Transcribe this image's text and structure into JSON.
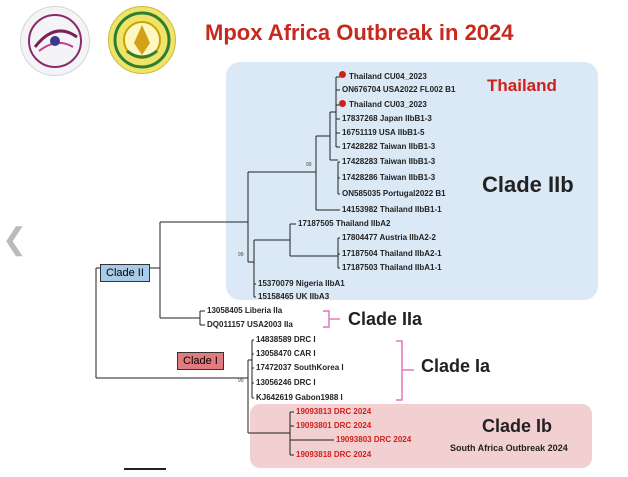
{
  "header": {
    "title": "Mpox Africa Outbreak in 2024"
  },
  "logos": [
    {
      "name": "left-institute-logo",
      "text": ""
    },
    {
      "name": "right-university-logo",
      "text": ""
    }
  ],
  "highlights": {
    "thailand_label": "Thailand",
    "clade_IIb": "Clade IIb",
    "clade_IIa": "Clade IIa",
    "clade_Ia": "Clade Ia",
    "clade_Ib": "Clade Ib",
    "clade_Ib_note": "South Africa Outbreak 2024",
    "tag_clade_II": "Clade II",
    "tag_clade_I": "Clade I"
  },
  "colors": {
    "title": "#c8281e",
    "clade_IIb_box": "#dbe9f7",
    "clade_Ib_box": "#f2cfd0",
    "clade_II_tag": "#a9cbe8",
    "clade_I_tag": "#e07c7e",
    "bracket": "#e07ab8",
    "red_leaf": "#d0201a"
  },
  "tree": {
    "leaves": [
      {
        "label": "Thailand CU04_2023",
        "red_dot": true
      },
      {
        "label": "ON676704 USA2022 FL002 B1"
      },
      {
        "label": "Thailand CU03_2023",
        "red_dot": true
      },
      {
        "label": "17837268 Japan IIbB1-3"
      },
      {
        "label": "16751119 USA IIbB1-5"
      },
      {
        "label": "17428282 Taiwan IIbB1-3"
      },
      {
        "label": "17428283 Taiwan IIbB1-3"
      },
      {
        "label": "17428286 Taiwan IIbB1-3"
      },
      {
        "label": "ON585035 Portugal2022 B1"
      },
      {
        "label": "14153982 Thailand IIbB1-1"
      },
      {
        "label": "17187505 Thailand IIbA2"
      },
      {
        "label": "17804477 Austria IIbA2-2"
      },
      {
        "label": "17187504 Thailand IIbA2-1"
      },
      {
        "label": "17187503 Thailand IIbA1-1"
      },
      {
        "label": "15370079 Nigeria IIbA1"
      },
      {
        "label": "15158465 UK IIbA3"
      },
      {
        "label": "13058405 Liberia IIa"
      },
      {
        "label": "DQ011157 USA2003 IIa"
      },
      {
        "label": "14838589 DRC I"
      },
      {
        "label": "13058470 CAR I"
      },
      {
        "label": "17472037 SouthKorea I"
      },
      {
        "label": "13056246 DRC I"
      },
      {
        "label": "KJ642619 Gabon1988 I"
      },
      {
        "label": "19093813 DRC 2024",
        "red": true
      },
      {
        "label": "19093801 DRC 2024",
        "red": true
      },
      {
        "label": "19093803 DRC 2024",
        "red": true
      },
      {
        "label": "19093818 DRC 2024",
        "red": true
      }
    ],
    "bootstrap": [
      "99",
      "99",
      "99"
    ]
  }
}
